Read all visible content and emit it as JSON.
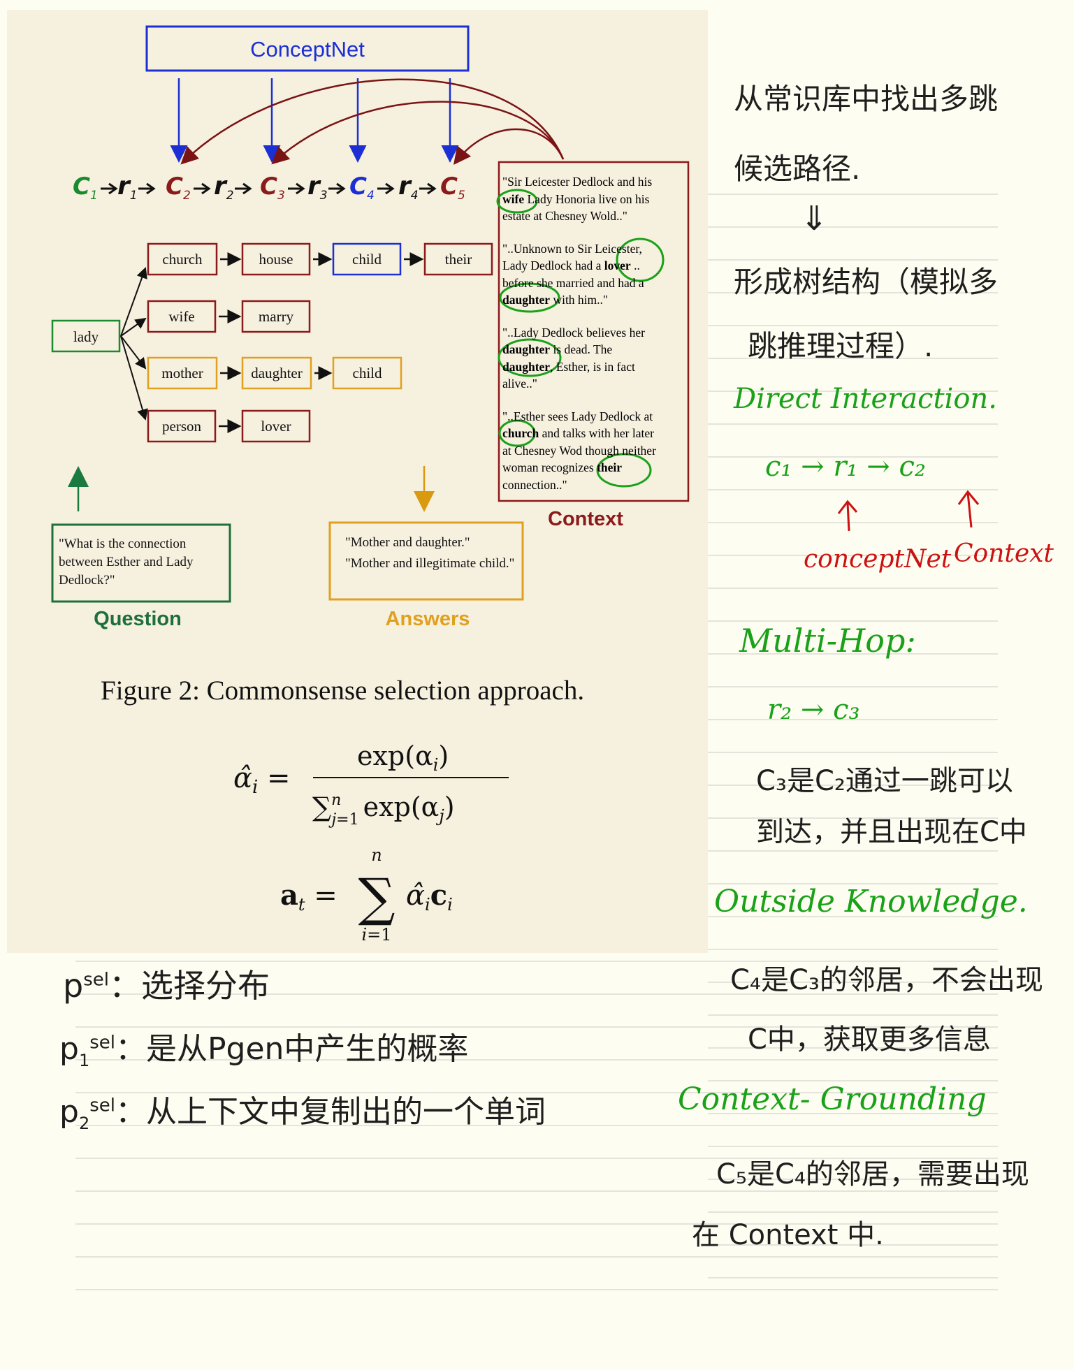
{
  "figure": {
    "kb_label": "ConceptNet",
    "chain": [
      {
        "c": "C",
        "sub": "1"
      },
      {
        "r": "r",
        "sub": "1"
      },
      {
        "c": "C",
        "sub": "2"
      },
      {
        "r": "r",
        "sub": "2"
      },
      {
        "c": "C",
        "sub": "3"
      },
      {
        "r": "r",
        "sub": "3"
      },
      {
        "c": "C",
        "sub": "4"
      },
      {
        "r": "r",
        "sub": "4"
      },
      {
        "c": "C",
        "sub": "5"
      }
    ],
    "root_node": "lady",
    "tree_rows": [
      [
        "church",
        "house",
        "child",
        "their"
      ],
      [
        "wife",
        "marry"
      ],
      [
        "mother",
        "daughter",
        "child"
      ],
      [
        "person",
        "lover"
      ]
    ],
    "context_label": "Context",
    "context_lines": [
      "\"Sir Leicester Dedlock and his",
      "wife Lady Honoria live on his",
      "estate at Chesney Wold..\"",
      "\"..Unknown to Sir Leicester,",
      "Lady Dedlock had a lover ..",
      "before she married and had a",
      "daughter with him..\"",
      "\"..Lady Dedlock believes her",
      "daughter is dead. The",
      "daughter, Esther, is in fact",
      "alive..\"",
      "\"..Esther sees Lady Dedlock at",
      "church and talks with her later",
      "at Chesney Wod though neither",
      "woman recognizes their",
      "connection..\""
    ],
    "question_label": "Question",
    "question_text": "\"What is the connection between Esther and Lady Dedlock?\"",
    "answers_label": "Answers",
    "answer_1": "\"Mother and daughter.\"",
    "answer_2": "\"Mother and illegitimate child.\"",
    "caption": "Figure 2: Commonsense selection approach.",
    "eq1_lhs": "α̂",
    "eq1_num": "exp(α",
    "eq1_den": "exp(α",
    "eq2_lhs": "a",
    "eq2_rhs": "α̂",
    "colors": {
      "kb_blue": "#1b2fd4",
      "chain_green": "#1a8a2e",
      "node_red": "#8b1a1a",
      "node_orange": "#e0a020",
      "question_green": "#1f6f3a",
      "ink_green": "#1aa11a",
      "ink_red": "#cc1111"
    }
  },
  "notes": {
    "n1_l1": "从常识库中找出多跳",
    "n1_l2": "候选路径.",
    "n1_arrow": "⇓",
    "n1_l3": "形成树结构（模拟多",
    "n1_l4": "跳推理过程）.",
    "direct_title": "Direct Interaction.",
    "direct_formula": "c₁ → r₁ → c₂",
    "direct_left_label": "conceptNet",
    "direct_right_label": "Context",
    "multihop_title": "Multi-Hop:",
    "multihop_formula": "r₂ → c₃",
    "multihop_l1": "C₃是C₂通过一跳可以",
    "multihop_l2": "到达，并且出现在C中",
    "outside_title": "Outside Knowledge.",
    "outside_l1": "C₄是C₃的邻居，不会出现",
    "outside_l2": "C中，获取更多信息",
    "grounding_title": "Context- Grounding",
    "grounding_l1": "C₅是C₄的邻居，需要出现",
    "grounding_l2": "在 Context 中.",
    "p_sel": "p",
    "p_sel_sup": "sel",
    "p_sel_text": "：选择分布",
    "p1_sel": "p",
    "p1_sub": "1",
    "p1_sel_sup": "sel",
    "p1_text": "：是从Pgen中产生的概率",
    "p2_sel": "p",
    "p2_sub": "2",
    "p2_sel_sup": "sel",
    "p2_text": "：从上下文中复制出的一个单词"
  }
}
